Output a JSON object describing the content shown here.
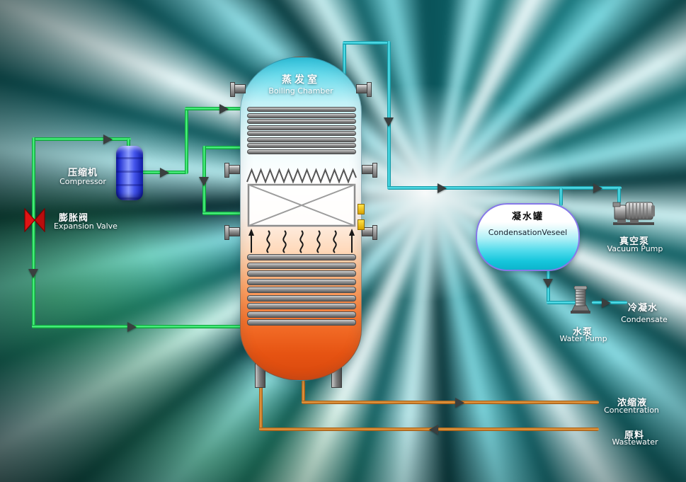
{
  "diagram": {
    "type": "process-flow",
    "equipment": {
      "boiling_chamber": {
        "zh": "蒸发室",
        "en": "Boiling Chamber"
      },
      "compressor": {
        "zh": "压缩机",
        "en": "Compressor"
      },
      "expansion_valve": {
        "zh": "膨胀阀",
        "en": "Expansion Valve"
      },
      "condensation_vessel": {
        "zh": "凝水罐",
        "en": "CondensationVeseel"
      },
      "vacuum_pump": {
        "zh": "真空泵",
        "en": "Vacuum Pump"
      },
      "water_pump": {
        "zh": "水泵",
        "en": "Water Pump"
      }
    },
    "streams": {
      "condensate": {
        "zh": "冷凝水",
        "en": "Condensate"
      },
      "concentration": {
        "zh": "浓缩液",
        "en": "Concentration"
      },
      "wastewater": {
        "zh": "原料",
        "en": "Wastewater"
      }
    },
    "colors": {
      "pipe_refrigerant_green": "#2ee060",
      "pipe_vapor_cyan": "#2bd2de",
      "pipe_liquid_orange": "#d08030",
      "expansion_valve_red": "#e01414",
      "flow_arrow": "#3a3f3f"
    }
  }
}
